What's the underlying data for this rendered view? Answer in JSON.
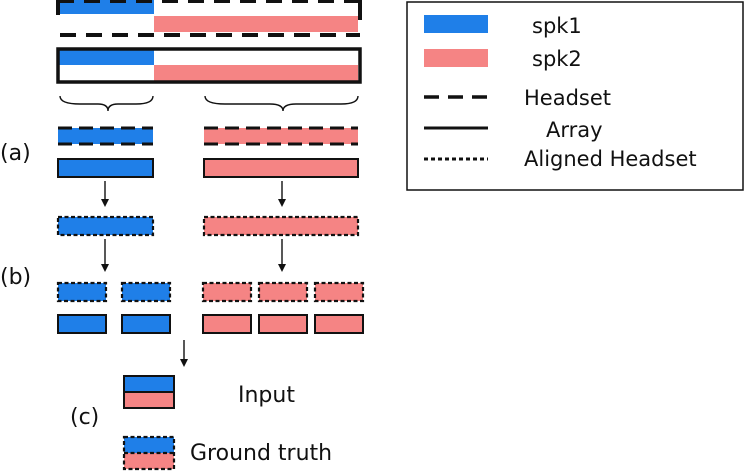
{
  "legend": {
    "items": [
      {
        "label": "spk1",
        "kind": "swatch",
        "color": "#1f7fe8"
      },
      {
        "label": "spk2",
        "kind": "swatch",
        "color": "#f58484"
      },
      {
        "label": "Headset",
        "kind": "line",
        "style": "dashed"
      },
      {
        "label": "Array",
        "kind": "line",
        "style": "solid"
      },
      {
        "label": "Aligned Headset",
        "kind": "line",
        "style": "dotted"
      }
    ]
  },
  "labels": {
    "a": "(a)",
    "b": "(b)",
    "c": "(c)",
    "input": "Input",
    "ground_truth": "Ground truth"
  },
  "colors": {
    "spk1": "#1f7fe8",
    "spk2": "#f58484",
    "stroke": "#111111"
  }
}
